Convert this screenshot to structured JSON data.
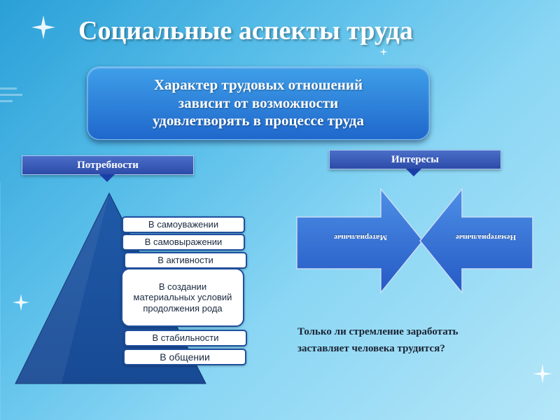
{
  "slide": {
    "title": "Социальные аспекты труда",
    "main_box_text": "Характер трудовых отношений\nзависит от возможности\nудовлетворять в процессе труда",
    "colors": {
      "background": "#5cc0ea",
      "box_blue": "#1f67cc",
      "header_blue": "#2c4ba8",
      "pyramid_blue": "#1c4f9c",
      "chevron_blue": "#3a78dc"
    }
  },
  "needs": {
    "header": "Потребности",
    "items": [
      "В самоуважении",
      "В самовыражении",
      "В активности",
      "В создании\nматериальных условий\nпродолжения  рода",
      "В стабильности",
      "В общении"
    ]
  },
  "interests": {
    "header": "Интересы",
    "items": [
      "Материальные",
      "Нематериальные"
    ]
  },
  "question": "Только ли стремление заработать\nзаставляет человека трудится?"
}
